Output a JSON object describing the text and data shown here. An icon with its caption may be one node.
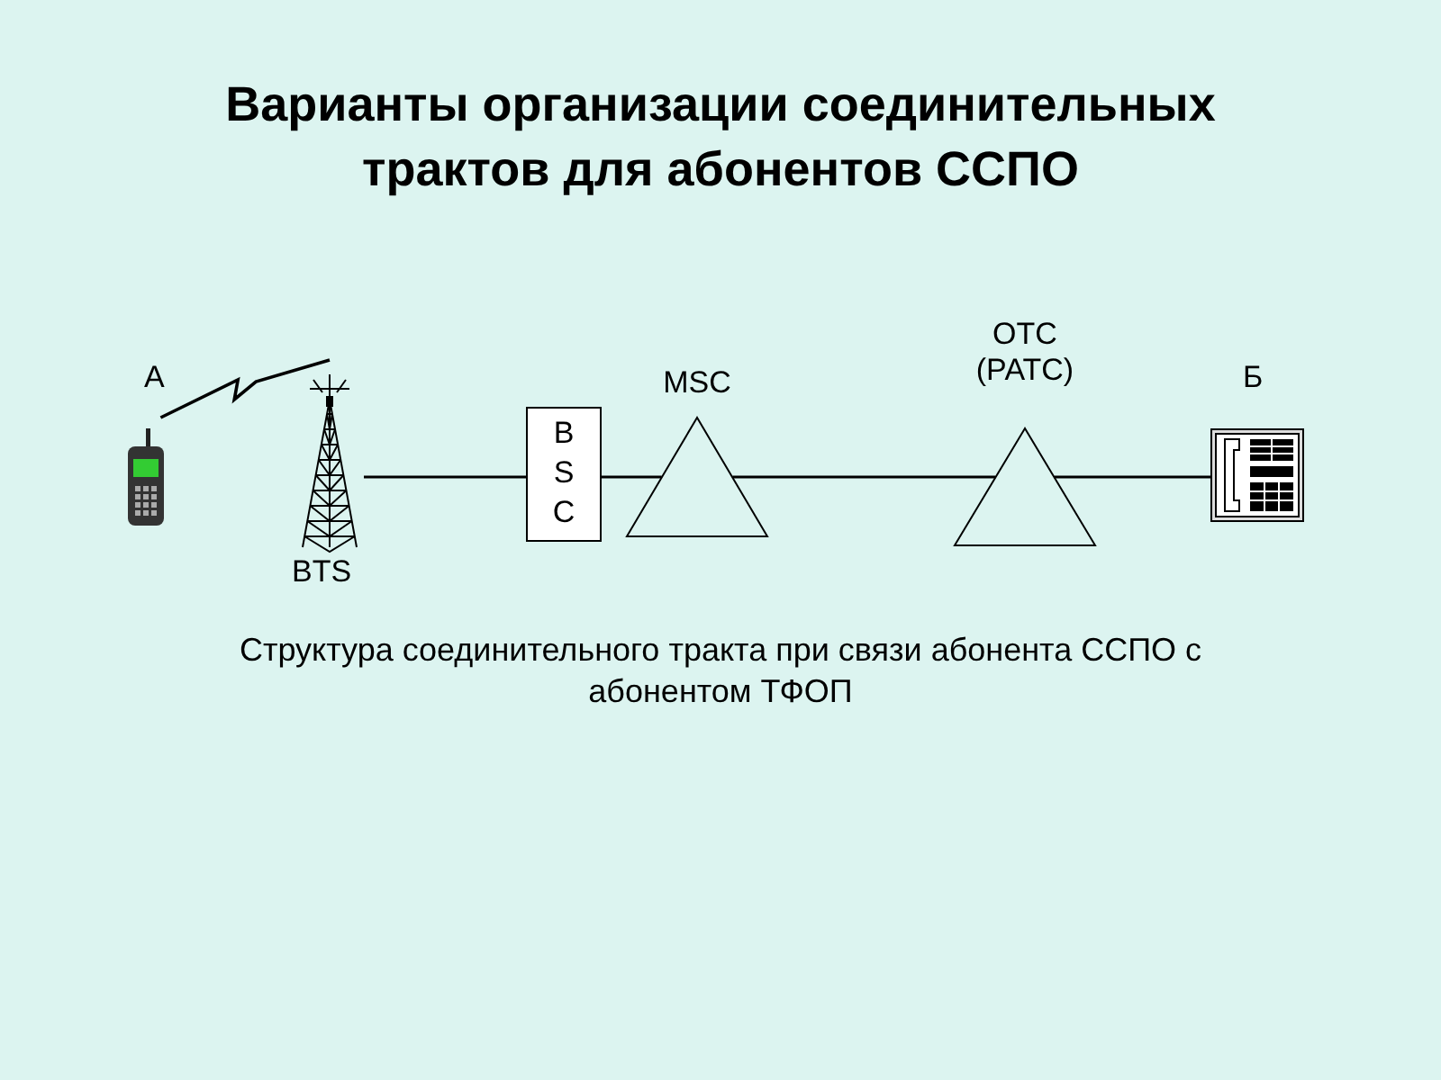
{
  "diagram": {
    "title": "Варианты организации соединительных трактов для абонентов ССПО",
    "caption": "Структура соединительного тракта при связи абонента ССПО с абонентом ТФОП",
    "nodes": [
      {
        "text": [],
        "shape": "phone",
        "beside": [
          "А"
        ]
      },
      {
        "text": [],
        "shape": "tower",
        "beside": [
          "BTS"
        ]
      },
      {
        "text": [
          "B S C"
        ]
      },
      {
        "text": [
          "MSC"
        ]
      },
      {
        "text": [
          "ОТС (РАТС)"
        ]
      },
      {
        "text": [],
        "shape": "telephone",
        "beside": [
          "Б"
        ]
      }
    ],
    "edges": [
      {
        "from": 0,
        "to": 1,
        "arrow": "none"
      },
      {
        "from": 1,
        "to": 2,
        "arrow": "none"
      },
      {
        "from": 2,
        "to": 3,
        "arrow": "none"
      },
      {
        "from": 3,
        "to": 4,
        "arrow": "none"
      },
      {
        "from": 4,
        "to": 5,
        "arrow": "none"
      }
    ]
  }
}
